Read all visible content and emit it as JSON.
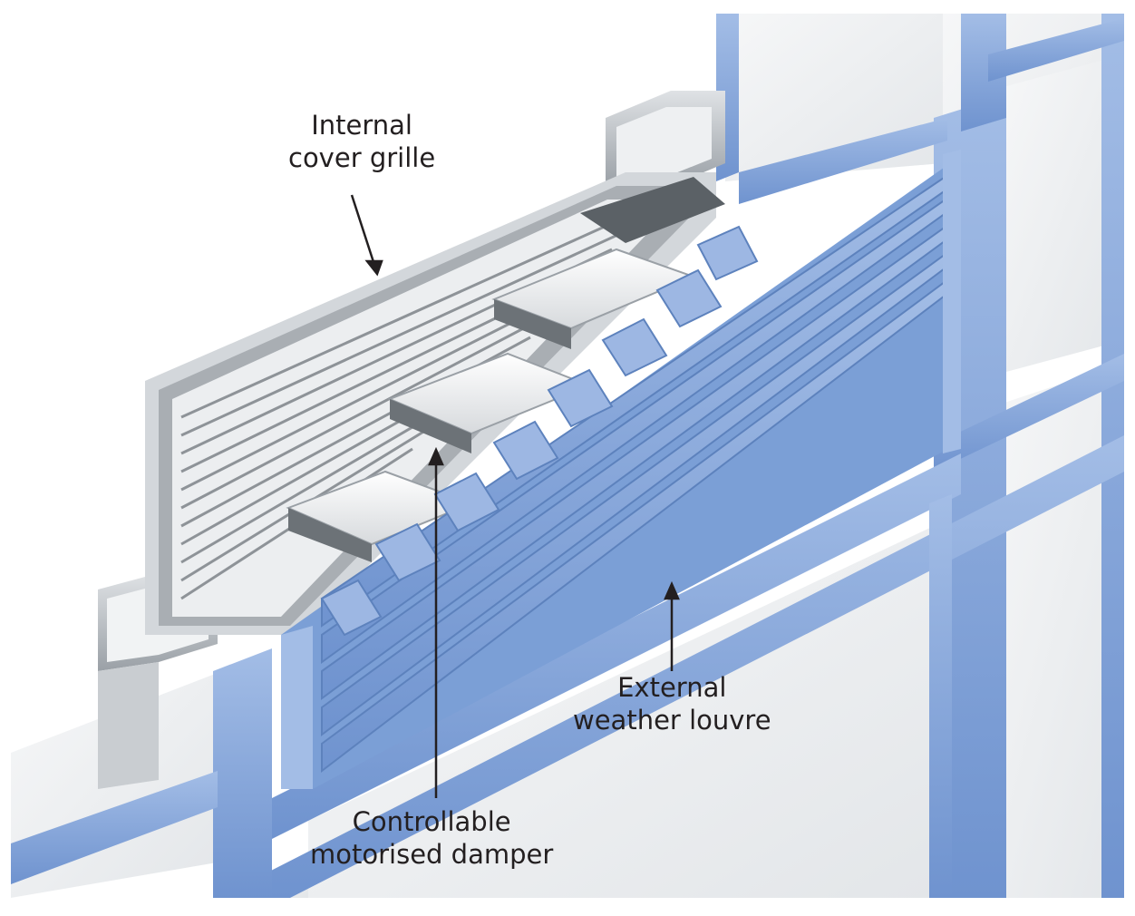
{
  "labels": {
    "internal_grille": {
      "line1": "Internal",
      "line2": "cover grille"
    },
    "external_louvre": {
      "line1": "External",
      "line2": "weather louvre"
    },
    "damper": {
      "line1": "Controllable",
      "line2": "motorised damper"
    }
  },
  "colors": {
    "frame_blue": "#7b9fd6",
    "frame_blue_dark": "#5d82bd",
    "frame_blue_light": "#a3bde6",
    "aluminium": "#c9cdd1",
    "aluminium_dark": "#8e9398",
    "glass_panel": "#eef0f2",
    "damper_white": "#f4f5f6",
    "label_text": "#231f20"
  }
}
